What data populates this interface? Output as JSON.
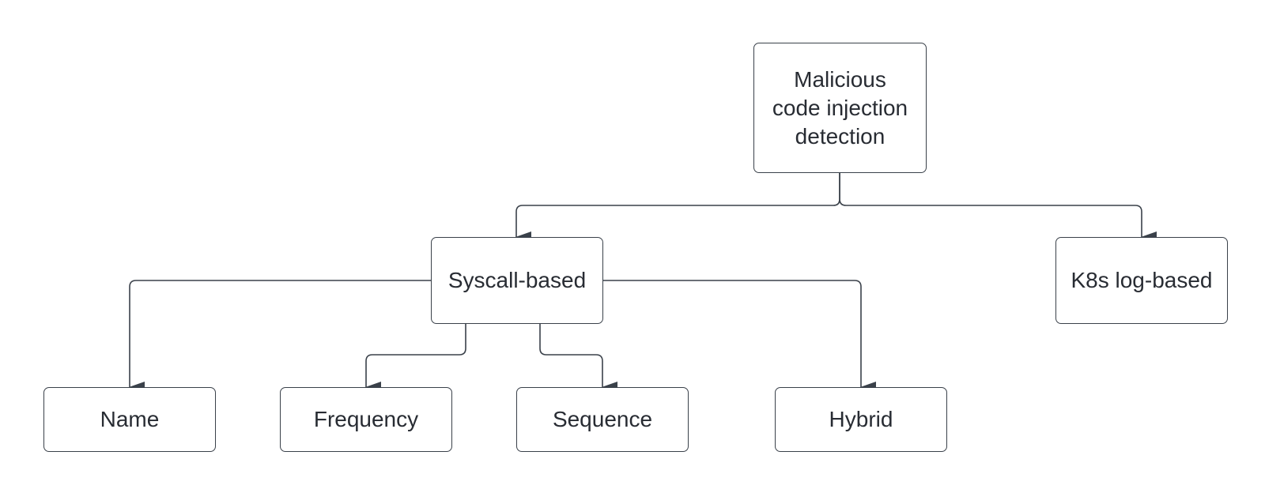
{
  "colors": {
    "stroke": "#3a414a",
    "text": "#282c33",
    "background": "#ffffff"
  },
  "nodes": {
    "root": {
      "lines": [
        "Malicious",
        "code injection",
        "detection"
      ]
    },
    "syscall": {
      "label": "Syscall-based"
    },
    "k8s": {
      "label": "K8s log-based"
    },
    "name": {
      "label": "Name"
    },
    "frequency": {
      "label": "Frequency"
    },
    "sequence": {
      "label": "Sequence"
    },
    "hybrid": {
      "label": "Hybrid"
    }
  }
}
